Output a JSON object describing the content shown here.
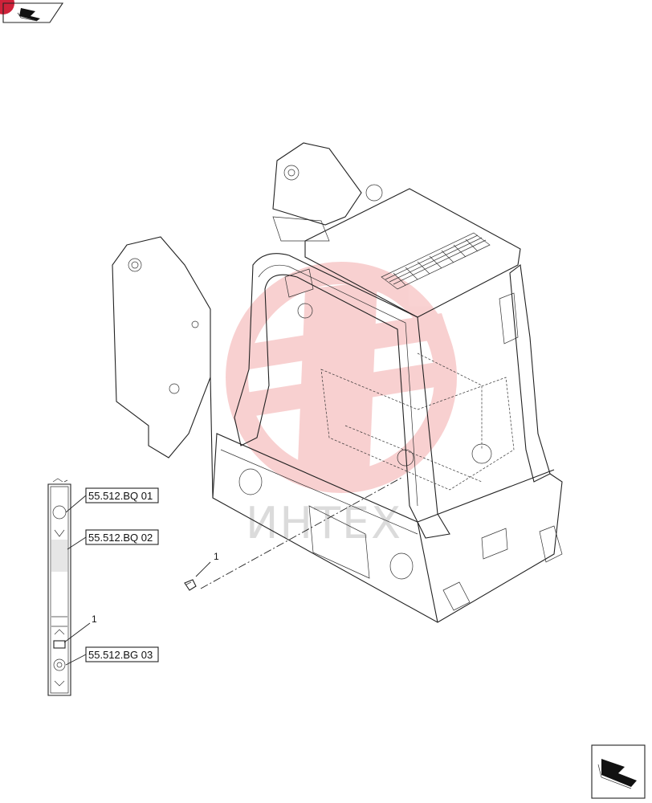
{
  "drawing": {
    "ref_labels": [
      "55.512.BQ 01",
      "55.512.BQ 02",
      "55.512.BG 03"
    ],
    "callouts": [
      "1",
      "1"
    ],
    "watermark_text": "ИНТЕХ",
    "watermark_color": "#e23030",
    "corner_badge_color": "#d0223a"
  },
  "icons": {
    "top_left": "next-page-arrow-icon",
    "bottom_right": "next-page-arrow-icon"
  }
}
